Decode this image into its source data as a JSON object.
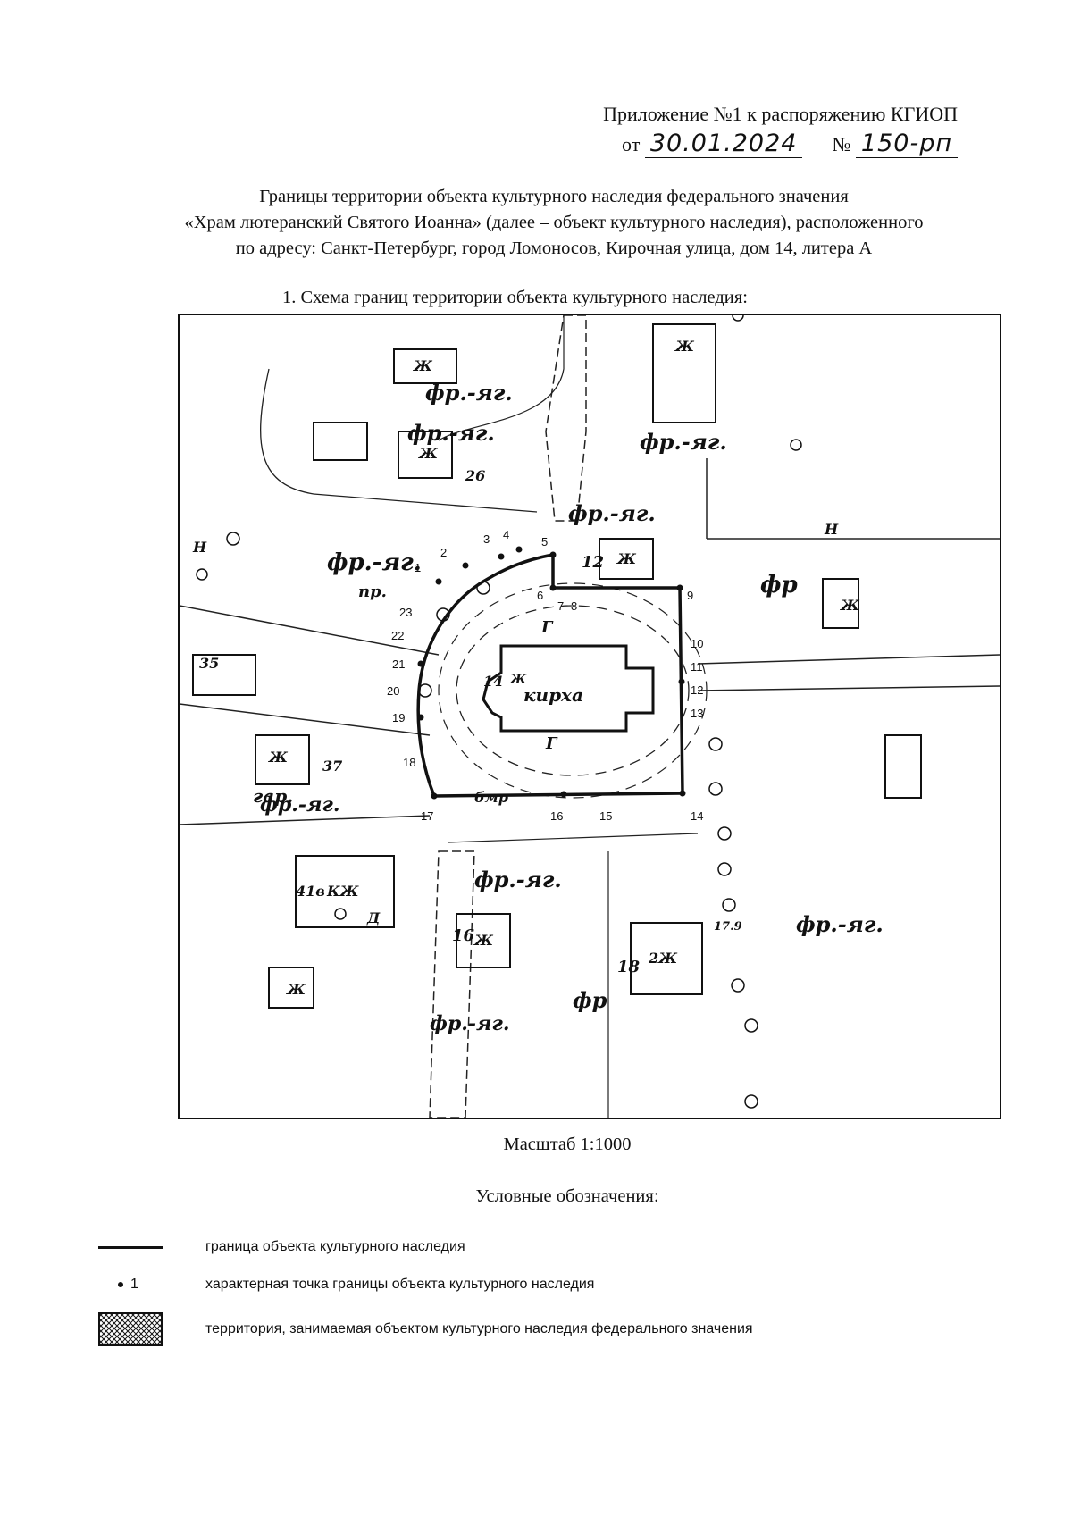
{
  "annex": {
    "title": "Приложение №1 к распоряжению КГИОП",
    "from_label": "от",
    "date": "30.01.2024",
    "number_label": "№",
    "number": "150-рп"
  },
  "document_title": {
    "line1": "Границы территории объекта культурного наследия федерального значения",
    "line2": "«Храм лютеранский Святого Иоанна» (далее – объект культурного наследия),  расположенного",
    "line3": "по адресу: Санкт-Петербург, город Ломоносов, Кирочная улица, дом 14, литера А"
  },
  "scheme_heading": "1.  Схема границ территории объекта культурного наследия:",
  "map": {
    "building_label": "кирха",
    "label_fr_yag": "фр.-яг.",
    "label_fr": "фр",
    "label_gar": "гар.",
    "label_pr": "пр.",
    "label_zh": "Ж",
    "label_kzh": "КЖ",
    "label_dzh": "2Ж",
    "label_n": "Н",
    "label_g": "Г",
    "label_d": "Д",
    "label_bmr": "бмр",
    "house_numbers": [
      "12",
      "14",
      "16",
      "18",
      "35",
      "37",
      "41в",
      "26"
    ],
    "elevation": "17.9",
    "points": [
      "1",
      "2",
      "3",
      "4",
      "5",
      "6",
      "7",
      "8",
      "9",
      "10",
      "11",
      "12",
      "13",
      "14",
      "15",
      "16",
      "17",
      "18",
      "19",
      "20",
      "21",
      "22",
      "23"
    ],
    "boundary_color": "#111111"
  },
  "scale": "Масштаб 1:1000",
  "legend_heading": "Условные обозначения:",
  "legend": [
    {
      "symbol_text": "",
      "text": "граница объекта культурного наследия"
    },
    {
      "symbol_text": "1",
      "text": "характерная точка границы объекта культурного наследия"
    },
    {
      "symbol_text": "",
      "text": "территория, занимаемая объектом культурного наследия федерального значения"
    }
  ]
}
